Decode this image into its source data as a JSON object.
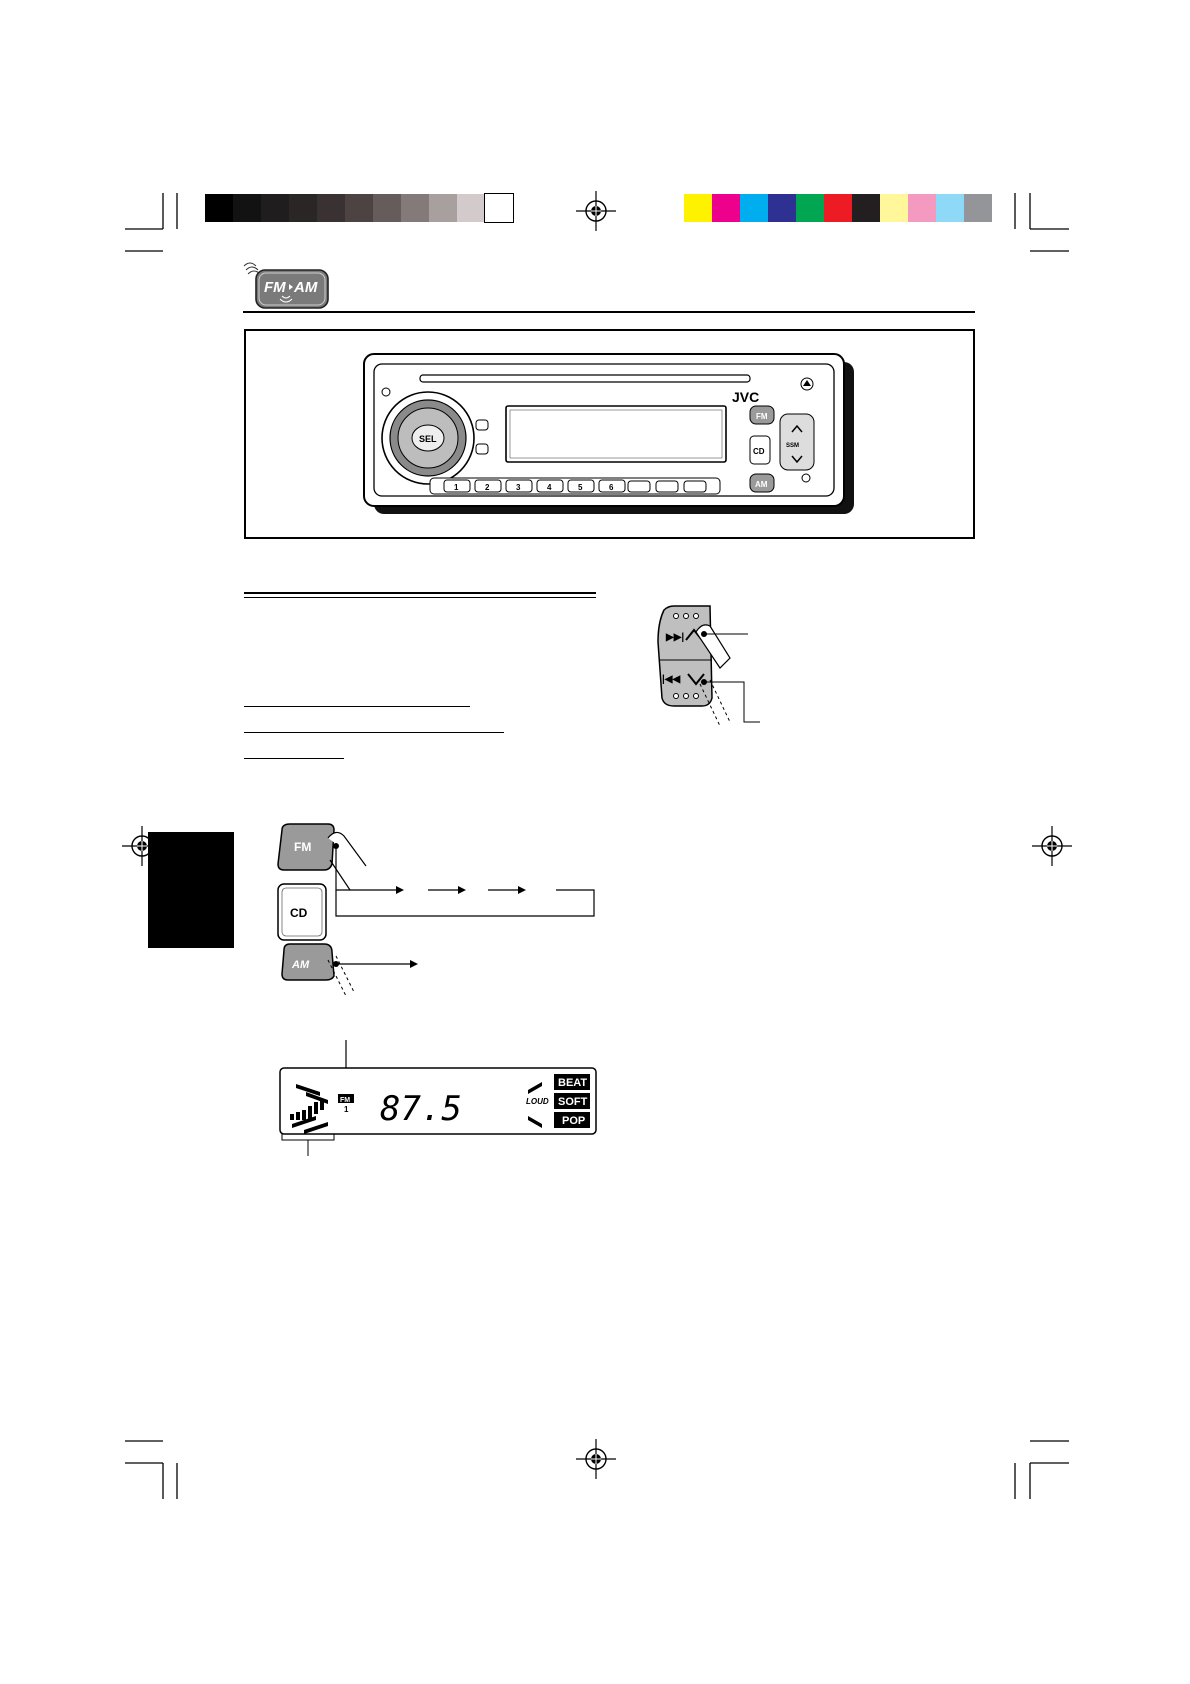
{
  "color_bar": {
    "grayscale": [
      "#000000",
      "#121212",
      "#1f1d1d",
      "#2b2626",
      "#3a3232",
      "#4d4343",
      "#665c5c",
      "#857a7a",
      "#a89f9f",
      "#d3cbcb",
      "#ffffff"
    ],
    "colors": [
      "#fff200",
      "#ec008c",
      "#00aeef",
      "#2e3192",
      "#00a651",
      "#ed1c24",
      "#231f20",
      "#fff799",
      "#f49ac1",
      "#8ed8f8",
      "#939598"
    ]
  },
  "header_badge": {
    "label": "FM/AM",
    "fm": "FM",
    "am": "AM"
  },
  "device": {
    "brand": "JVC",
    "sel_label": "SEL",
    "preset_numbers": [
      "1",
      "2",
      "3",
      "4",
      "5",
      "6"
    ],
    "fm_label": "FM",
    "cd_label": "CD",
    "am_label": "AM",
    "ssm_label": "SSM"
  },
  "band_buttons": {
    "fm": "FM",
    "cd": "CD",
    "am": "AM"
  },
  "lcd": {
    "band": "FM",
    "band_number": "1",
    "frequency": "87.5",
    "loud": "LOUD",
    "modes": [
      "BEAT",
      "SOFT",
      "POP"
    ]
  }
}
